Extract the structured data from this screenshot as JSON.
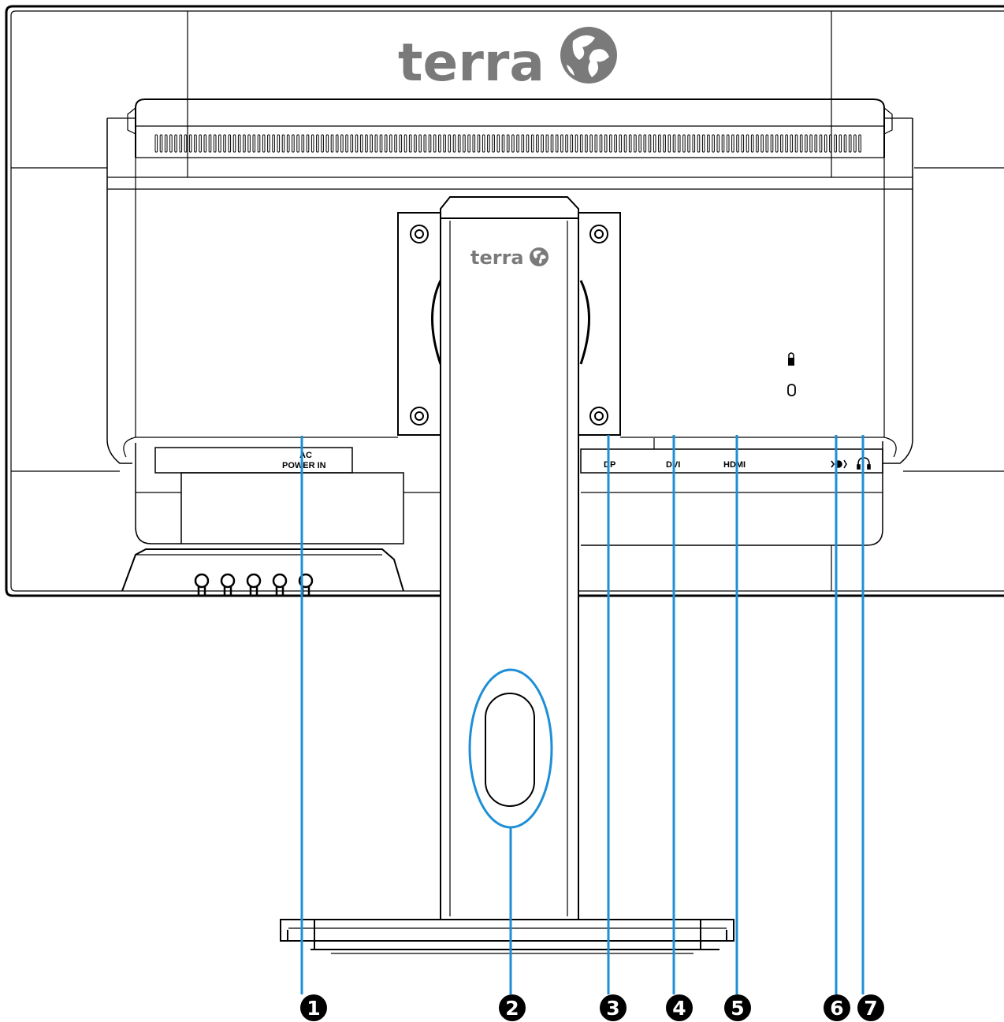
{
  "brand": {
    "logo_text": "terra",
    "logo_color": "#7a7a7a"
  },
  "port_labels": {
    "ac": "AC",
    "power_in": "POWER IN",
    "dp": "DP",
    "dvi": "DVI",
    "hdmi": "HDMI"
  },
  "callouts": [
    {
      "number": "1",
      "target": "power-in"
    },
    {
      "number": "2",
      "target": "cable-management-hole"
    },
    {
      "number": "3",
      "target": "dp-port"
    },
    {
      "number": "4",
      "target": "dvi-port"
    },
    {
      "number": "5",
      "target": "hdmi-port"
    },
    {
      "number": "6",
      "target": "audio-in"
    },
    {
      "number": "7",
      "target": "headphone-out"
    }
  ],
  "colors": {
    "callout_line": "#1e8fd6",
    "outline": "#000000"
  }
}
